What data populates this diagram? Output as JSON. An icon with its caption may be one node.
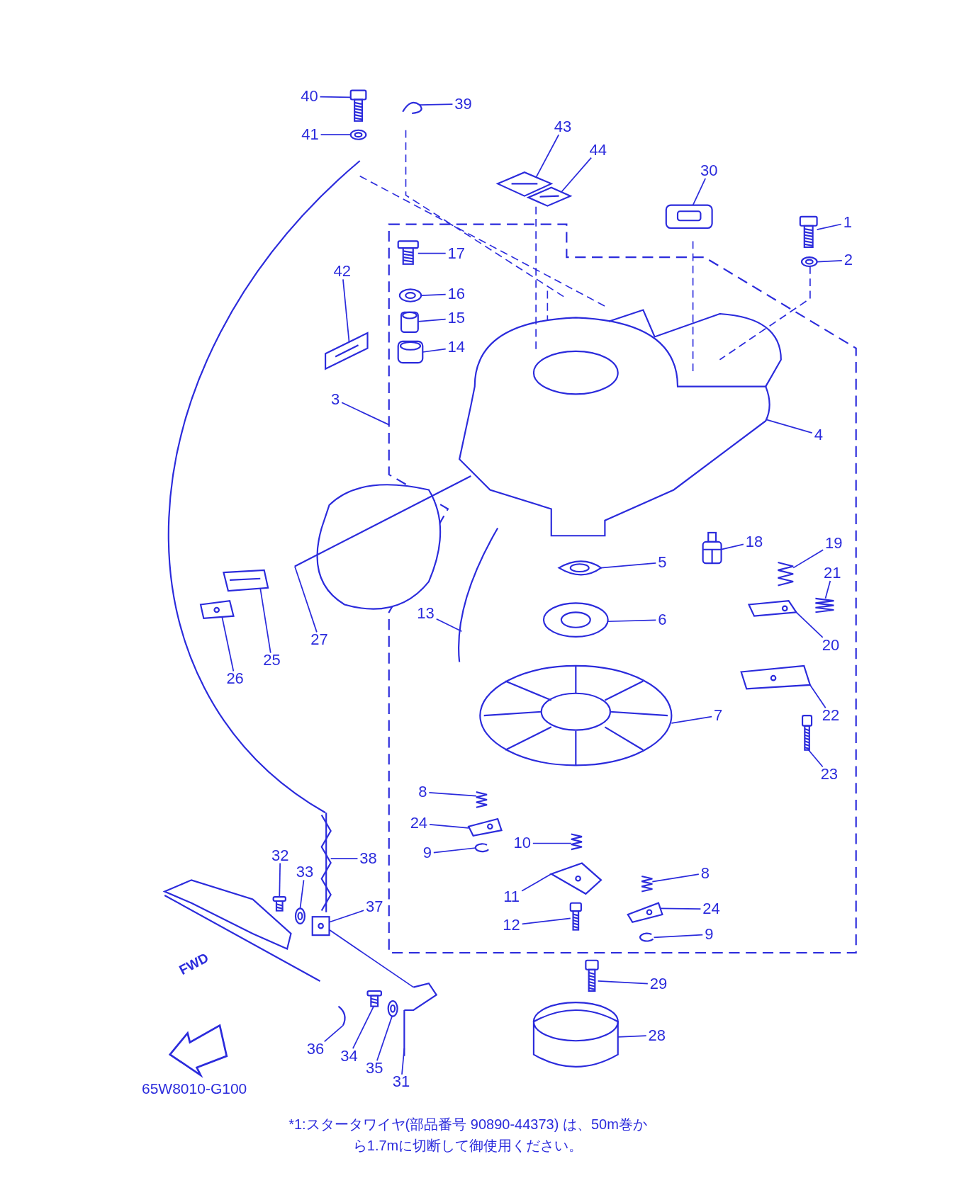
{
  "diagram": {
    "nodes": [
      {
        "text": [
          "40"
        ]
      },
      {
        "text": [
          "39"
        ]
      },
      {
        "text": [
          "41"
        ]
      },
      {
        "text": [
          "43"
        ]
      },
      {
        "text": [
          "44"
        ]
      },
      {
        "text": [
          "30"
        ]
      },
      {
        "text": [
          "1"
        ]
      },
      {
        "text": [
          "17"
        ]
      },
      {
        "text": [
          "2"
        ]
      },
      {
        "text": [
          "42"
        ]
      },
      {
        "text": [
          "16"
        ]
      },
      {
        "text": [
          "15"
        ]
      },
      {
        "text": [
          "14"
        ]
      },
      {
        "text": [
          "3"
        ]
      },
      {
        "text": [
          "4"
        ]
      },
      {
        "text": [
          "18"
        ]
      },
      {
        "text": [
          "19"
        ]
      },
      {
        "text": [
          "5"
        ]
      },
      {
        "text": [
          "21"
        ]
      },
      {
        "text": [
          "13"
        ]
      },
      {
        "text": [
          "6"
        ]
      },
      {
        "text": [
          "27"
        ]
      },
      {
        "text": [
          "20"
        ]
      },
      {
        "text": [
          "25"
        ]
      },
      {
        "text": [
          "26"
        ]
      },
      {
        "text": [
          "7"
        ]
      },
      {
        "text": [
          "22"
        ]
      },
      {
        "text": [
          "23"
        ]
      },
      {
        "text": [
          "8"
        ]
      },
      {
        "text": [
          "24"
        ]
      },
      {
        "text": [
          "10"
        ]
      },
      {
        "text": [
          "9"
        ]
      },
      {
        "text": [
          "32"
        ]
      },
      {
        "text": [
          "38"
        ]
      },
      {
        "text": [
          "33"
        ]
      },
      {
        "text": [
          "8"
        ]
      },
      {
        "text": [
          "11"
        ]
      },
      {
        "text": [
          "37"
        ]
      },
      {
        "text": [
          "24"
        ]
      },
      {
        "text": [
          "12"
        ]
      },
      {
        "text": [
          "9"
        ]
      },
      {
        "text": [
          "29"
        ]
      },
      {
        "text": [
          "28"
        ]
      },
      {
        "text": [
          "36"
        ]
      },
      {
        "text": [
          "34"
        ]
      },
      {
        "text": [
          "35"
        ]
      },
      {
        "text": [
          "31"
        ]
      },
      {
        "text": [],
        "shape": "picture"
      },
      {
        "text": [],
        "shape": "picture"
      },
      {
        "text": [],
        "shape": "picture"
      },
      {
        "text": [],
        "shape": "picture"
      },
      {
        "text": [],
        "shape": "picture"
      },
      {
        "text": [],
        "shape": "picture"
      },
      {
        "text": [],
        "shape": "picture"
      },
      {
        "text": [],
        "shape": "picture"
      },
      {
        "text": [],
        "shape": "picture"
      },
      {
        "text": [],
        "shape": "picture"
      },
      {
        "text": [],
        "shape": "picture"
      },
      {
        "text": [],
        "shape": "picture"
      },
      {
        "text": [],
        "shape": "picture"
      },
      {
        "text": [],
        "shape": "picture"
      },
      {
        "text": [],
        "shape": "picture"
      },
      {
        "text": [],
        "shape": "picture"
      },
      {
        "text": [],
        "shape": "picture"
      },
      {
        "text": [],
        "shape": "picture"
      },
      {
        "text": [],
        "shape": "picture"
      },
      {
        "text": [],
        "shape": "picture"
      },
      {
        "text": [],
        "shape": "picture"
      },
      {
        "text": [],
        "shape": "picture"
      },
      {
        "text": [],
        "shape": "picture"
      },
      {
        "text": [],
        "shape": "picture"
      },
      {
        "text": [],
        "shape": "picture"
      },
      {
        "text": [],
        "shape": "picture"
      },
      {
        "text": [],
        "shape": "picture"
      },
      {
        "text": [],
        "shape": "picture"
      },
      {
        "text": [],
        "shape": "picture"
      },
      {
        "text": [],
        "shape": "picture"
      },
      {
        "text": [],
        "shape": "picture"
      },
      {
        "text": [],
        "shape": "picture"
      },
      {
        "text": [],
        "shape": "picture"
      },
      {
        "text": [],
        "shape": "picture"
      },
      {
        "text": [],
        "shape": "picture"
      },
      {
        "text": [],
        "shape": "picture"
      },
      {
        "text": [],
        "shape": "picture"
      },
      {
        "text": [],
        "shape": "picture"
      },
      {
        "text": [],
        "shape": "picture"
      },
      {
        "text": [],
        "shape": "picture"
      },
      {
        "text": [],
        "shape": "picture"
      },
      {
        "text": [],
        "shape": "picture"
      },
      {
        "text": [],
        "shape": "picture"
      },
      {
        "text": [],
        "shape": "picture"
      },
      {
        "text": [],
        "shape": "picture"
      },
      {
        "text": [],
        "shape": "picture"
      }
    ],
    "edges": [
      {
        "from": 0,
        "to": 47,
        "arrow": "none"
      },
      {
        "from": 1,
        "to": 48,
        "arrow": "none"
      },
      {
        "from": 2,
        "to": 49,
        "arrow": "none"
      },
      {
        "from": 3,
        "to": 50,
        "arrow": "none"
      },
      {
        "from": 4,
        "to": 51,
        "arrow": "none"
      },
      {
        "from": 5,
        "to": 52,
        "arrow": "none"
      },
      {
        "from": 6,
        "to": 53,
        "arrow": "none"
      },
      {
        "from": 7,
        "to": 54,
        "arrow": "none"
      },
      {
        "from": 8,
        "to": 55,
        "arrow": "none"
      },
      {
        "from": 9,
        "to": 56,
        "arrow": "none"
      },
      {
        "from": 10,
        "to": 57,
        "arrow": "none"
      },
      {
        "from": 11,
        "to": 58,
        "arrow": "none"
      },
      {
        "from": 12,
        "to": 59,
        "arrow": "none"
      },
      {
        "from": 13,
        "to": null,
        "arrow": "none"
      },
      {
        "from": 14,
        "to": 60,
        "arrow": "none"
      },
      {
        "from": 15,
        "to": 61,
        "arrow": "none"
      },
      {
        "from": 16,
        "to": 62,
        "arrow": "none"
      },
      {
        "from": 17,
        "to": 63,
        "arrow": "none"
      },
      {
        "from": 18,
        "to": 64,
        "arrow": "none"
      },
      {
        "from": 19,
        "to": 65,
        "arrow": "none"
      },
      {
        "from": 20,
        "to": 66,
        "arrow": "none"
      },
      {
        "from": 21,
        "to": 67,
        "arrow": "none"
      },
      {
        "from": 22,
        "to": 68,
        "arrow": "none"
      },
      {
        "from": 23,
        "to": 69,
        "arrow": "none"
      },
      {
        "from": 24,
        "to": 70,
        "arrow": "none"
      },
      {
        "from": 25,
        "to": 71,
        "arrow": "none"
      },
      {
        "from": 26,
        "to": 72,
        "arrow": "none"
      },
      {
        "from": 27,
        "to": 73,
        "arrow": "none"
      },
      {
        "from": 28,
        "to": 74,
        "arrow": "none"
      },
      {
        "from": 29,
        "to": 75,
        "arrow": "none"
      },
      {
        "from": 30,
        "to": 76,
        "arrow": "none"
      },
      {
        "from": 31,
        "to": 77,
        "arrow": "none"
      },
      {
        "from": 32,
        "to": 78,
        "arrow": "none"
      },
      {
        "from": 33,
        "to": 79,
        "arrow": "none"
      },
      {
        "from": 34,
        "to": 80,
        "arrow": "none"
      },
      {
        "from": 35,
        "to": 81,
        "arrow": "none"
      },
      {
        "from": 36,
        "to": 82,
        "arrow": "none"
      },
      {
        "from": 37,
        "to": 83,
        "arrow": "none"
      },
      {
        "from": 38,
        "to": 84,
        "arrow": "none"
      },
      {
        "from": 39,
        "to": 85,
        "arrow": "none"
      },
      {
        "from": 40,
        "to": 86,
        "arrow": "none"
      },
      {
        "from": 41,
        "to": 87,
        "arrow": "none"
      },
      {
        "from": 42,
        "to": 88,
        "arrow": "none"
      },
      {
        "from": 43,
        "to": 89,
        "arrow": "none"
      },
      {
        "from": 44,
        "to": 90,
        "arrow": "none"
      },
      {
        "from": 45,
        "to": 91,
        "arrow": "none"
      },
      {
        "from": 46,
        "to": 92,
        "arrow": "none"
      },
      {
        "from": 51,
        "to": 60,
        "arrow": "none",
        "style": "dashed"
      },
      {
        "from": 55,
        "to": 60,
        "arrow": "none",
        "style": "dashed"
      },
      {
        "from": 83,
        "to": 92,
        "arrow": "none"
      }
    ],
    "labels": [
      "FWD",
      "65W8010-G100",
      "*1:スタータワイヤ(部品番号 90890-44373) は、50m巻から1.7mに切断して御使用ください。"
    ]
  }
}
